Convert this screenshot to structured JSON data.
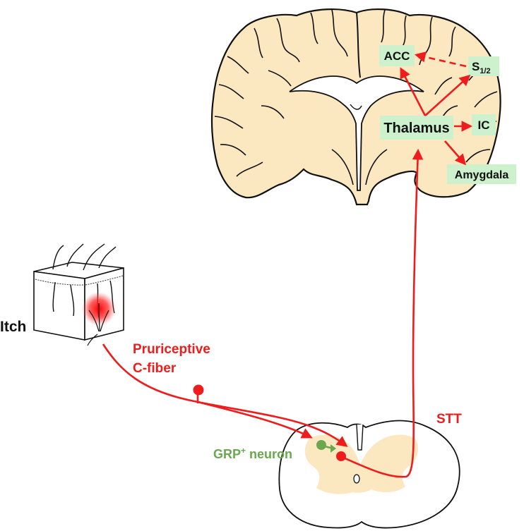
{
  "brain": {
    "regions": {
      "acc": "ACC",
      "s12_base": "S",
      "s12_sub": "1/2",
      "thalamus": "Thalamus",
      "ic": "IC",
      "amygdala": "Amygdala"
    }
  },
  "labels": {
    "itch": "Itch",
    "fiber_line1": "Pruriceptive",
    "fiber_line2": "C-fiber",
    "stt": "STT",
    "grp_base": "GRP",
    "grp_sup": "+",
    "grp_rest": " neuron"
  },
  "colors": {
    "red": "#ee1c1c",
    "green": "#6aa84f",
    "box": "#cdf0cd",
    "tissue": "#fbe7c0"
  }
}
